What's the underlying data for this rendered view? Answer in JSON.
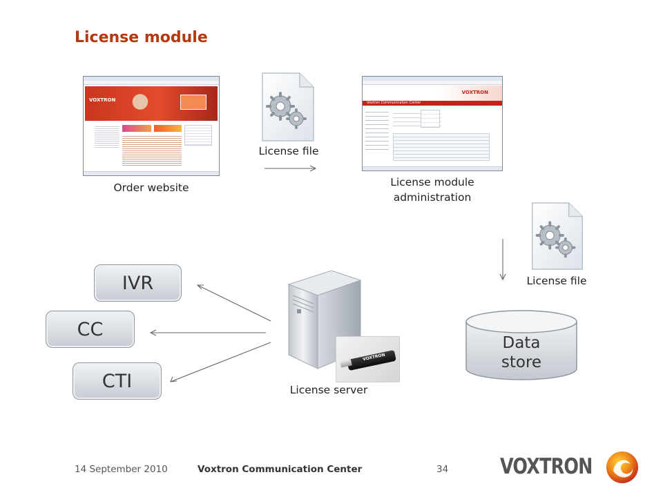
{
  "slide": {
    "title": "License module"
  },
  "top_row": {
    "order_website_label": "Order website",
    "license_file_label": "License file",
    "admin_label_line1": "License module",
    "admin_label_line2": "administration",
    "screenshot_brand": "VOXTRON",
    "admin_header_text": "Voxtron Communication Center"
  },
  "right_column": {
    "license_file_label": "License file",
    "data_store_line1": "Data",
    "data_store_line2": "store"
  },
  "bottom_row": {
    "server_label": "License server",
    "clients": [
      "IVR",
      "CC",
      "CTI"
    ]
  },
  "footer": {
    "date": "14 September 2010",
    "product": "Voxtron Communication Center",
    "page_number": "34",
    "logo_text": "VOXTRON"
  },
  "colors": {
    "title": "#b33a10",
    "brand_red": "#c0241a",
    "pill_border": "#8e96a0"
  }
}
